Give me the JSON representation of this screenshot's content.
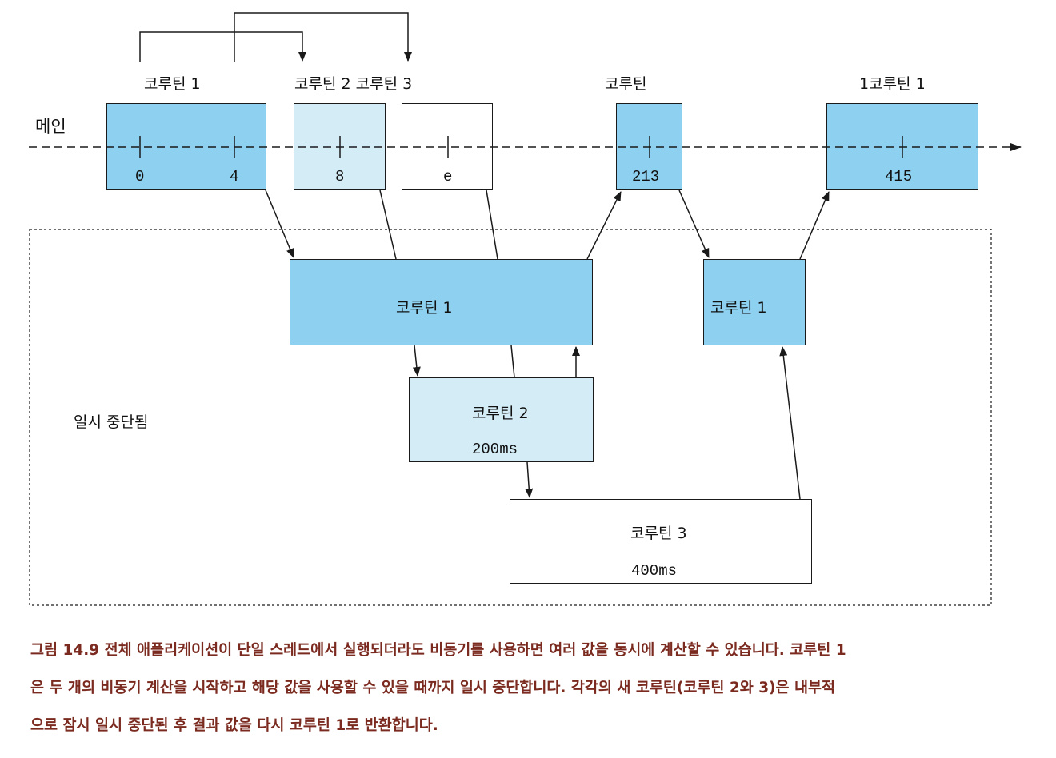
{
  "colors": {
    "blue": "#8dd0ef",
    "light_blue": "#d3ecf6",
    "white": "#ffffff",
    "line": "#1a1a1a",
    "caption": "#7b2a1f"
  },
  "labels": {
    "main_label": "메인",
    "suspended_label": "일시 중단됨",
    "top_coroutine_1": "코루틴 1",
    "top_coroutine_2_3": "코루틴 2 코루틴 3",
    "top_coroutine": "코루틴",
    "top_1coroutine_1": "1코루틴 1"
  },
  "main_blocks": {
    "block1_tick_a": "0",
    "block1_tick_b": "4",
    "block2_tick": "8",
    "block3_tick": "e",
    "block4_tick": "213",
    "block5_tick": "415"
  },
  "suspended_blocks": {
    "large_coroutine_1": "코루틴 1",
    "right_coroutine_1": "코루틴 1",
    "coroutine_2": "코루틴 2",
    "coroutine_2_time": "200ms",
    "coroutine_3": "코루틴 3",
    "coroutine_3_time": "400ms"
  },
  "caption": {
    "line1": "그림 14.9 전체 애플리케이션이 단일 스레드에서 실행되더라도 비동기를  사용하면 여러 값을 동시에 계산할 수 있습니다. 코루틴 1",
    "line2": "은 두 개의 비동기 계산을 시작하고 해당 값을 사용할 수 있을 때까지 일시 중단합니다. 각각의 새 코루틴(코루틴 2와 3)은 내부적",
    "line3": "으로 잠시 일시 중단된 후 결과 값을 다시 코루틴 1로 반환합니다."
  }
}
